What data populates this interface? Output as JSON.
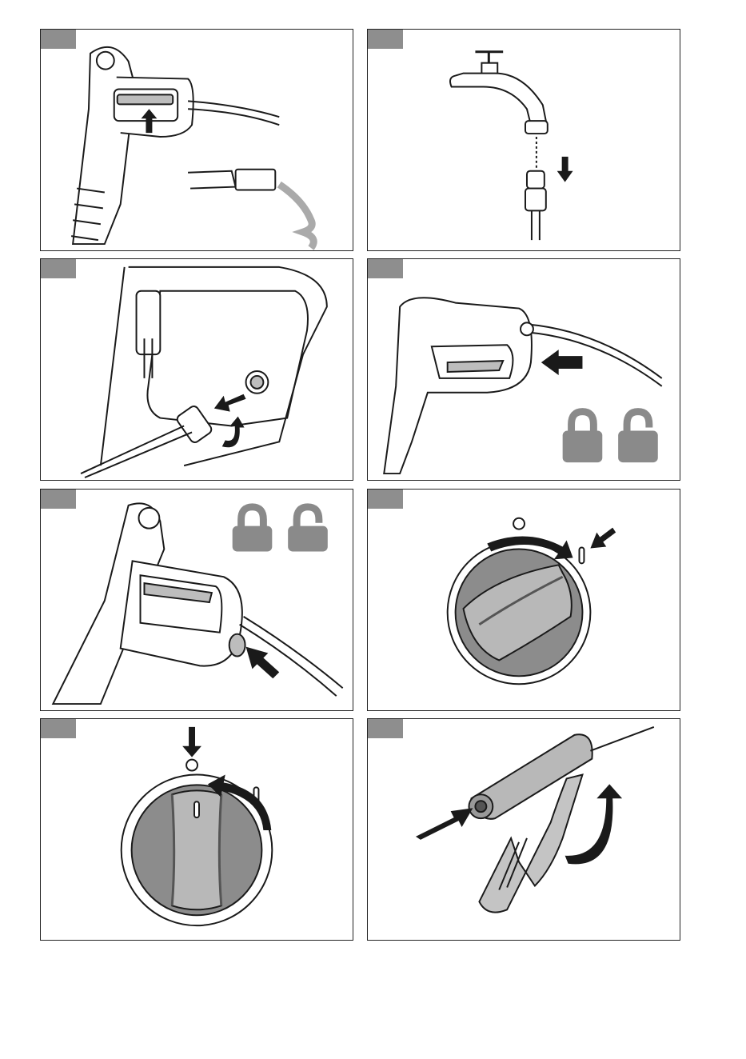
{
  "document": {
    "panels": [
      {
        "id": 1,
        "subject": "spray-gun-trigger"
      },
      {
        "id": 2,
        "subject": "water-tap-connection"
      },
      {
        "id": 3,
        "subject": "hose-connection-to-unit"
      },
      {
        "id": 4,
        "subject": "gun-lock-button"
      },
      {
        "id": 5,
        "subject": "gun-lock-unlock"
      },
      {
        "id": 6,
        "subject": "switch-on-knob"
      },
      {
        "id": 7,
        "subject": "switch-off-knob"
      },
      {
        "id": 8,
        "subject": "gun-release"
      }
    ],
    "knob_positions": {
      "off": "O",
      "on": "I"
    },
    "colors": {
      "frame": "#222222",
      "tab": "#8e8e8e",
      "lock": "#8a8a8a",
      "ink": "#1a1a1a",
      "tool_grey": "#b8b8b8"
    },
    "icons": [
      "lock-closed-icon",
      "lock-open-icon",
      "arrow-icon",
      "rotate-arrow-icon"
    ]
  }
}
